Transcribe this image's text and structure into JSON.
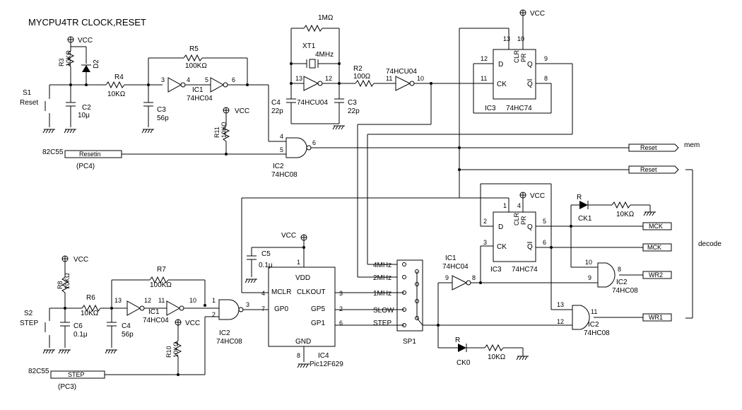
{
  "title": "MYCPU4TR CLOCK,RESET",
  "vcc": "VCC",
  "parts": {
    "s1": "S1",
    "s1_name": "Reset",
    "s2": "S2",
    "s2_name": "STEP",
    "r3": "R3",
    "r3_val": "10KΩ",
    "d2": "D2",
    "c2": "C2",
    "c2_val": "10μ",
    "r4": "R4",
    "r4_val": "10KΩ",
    "c3a": "C3",
    "c3a_val": "56p",
    "r5": "R5",
    "r5_val": "100KΩ",
    "ic1a": "IC1",
    "ic1a_type": "74HC04",
    "r11": "R11",
    "r11_val": "10KΩ",
    "ic2a": "IC2",
    "ic2a_type": "74HC08",
    "resetin": "Resetin",
    "pc4": "(PC4)",
    "c8255a": "82C55",
    "c8255b": "82C55",
    "mohm": "1MΩ",
    "xt1": "XT1",
    "f4mhz": "4MHz",
    "c4": "C4",
    "c4_val": "22p",
    "ic_hcu": "74HCU04",
    "c3b": "C3",
    "c3b_val": "22p",
    "r2": "R2",
    "r2_val": "100Ω",
    "ic_hcu2": "74HCU04",
    "ic3a": "IC3",
    "ic3a_type": "74HC74",
    "reset_out1": "Reset_",
    "reset_out2": "Reset_",
    "mem": "mem",
    "decode": "decode",
    "r8": "R8",
    "r8_val": "10KΩ",
    "c6": "C6",
    "c6_val": "0.1μ",
    "r6": "R6",
    "r6_val": "10KΩ",
    "c4b": "C4",
    "c4b_val": "56p",
    "r7": "R7",
    "r7_val": "100KΩ",
    "ic1b": "IC1",
    "ic1b_type": "74HC04",
    "r10": "R10",
    "r10_val": "10KΩ",
    "ic2b": "IC2",
    "ic2b_type": "74HC08",
    "step_in": "STEP",
    "pc3": "(PC3)",
    "c5": "C5",
    "c5_val": "0.1μ",
    "ic4": "IC4",
    "ic4_type": "Pic12F629",
    "pic_vdd": "VDD",
    "pic_mclr": "MCLR",
    "pic_clkout": "CLKOUT",
    "pic_gp0": "GP0",
    "pic_gp5": "GP5",
    "pic_gp1": "GP1",
    "pic_gnd": "GND",
    "sig_4mhz": "4MHz",
    "sig_2mhz": "2MHz",
    "sig_1mhz": "1MHz",
    "sig_slow": "SLOW",
    "sig_step": "STEP",
    "sp1": "SP1",
    "ic1c": "IC1",
    "ic1c_type": "74HC04",
    "ic3b": "IC3",
    "ic3b_type": "74HC74",
    "ck1": "CK1",
    "ck0": "CK0",
    "r_led": "R",
    "r_ck1_val": "10KΩ",
    "r_ck0_val": "10KΩ",
    "mck": "MCK",
    "mck_": "MCK_",
    "wr2": "WR2",
    "wr1": "WR1",
    "ic2c": "IC2",
    "ic2c_type": "74HC08",
    "ic2d": "IC2",
    "ic2d_type": "74HC08",
    "ff_d": "D",
    "ff_ck": "CK",
    "ff_q": "Q",
    "ff_qb": "Q",
    "ff_clr": "CLR",
    "ff_pr": "PR"
  },
  "pins": {
    "p1": "1",
    "p2": "2",
    "p3": "3",
    "p4": "4",
    "p5": "5",
    "p6": "6",
    "p7": "7",
    "p8": "8",
    "p9": "9",
    "p10": "10",
    "p11": "11",
    "p12": "12",
    "p13": "13"
  }
}
